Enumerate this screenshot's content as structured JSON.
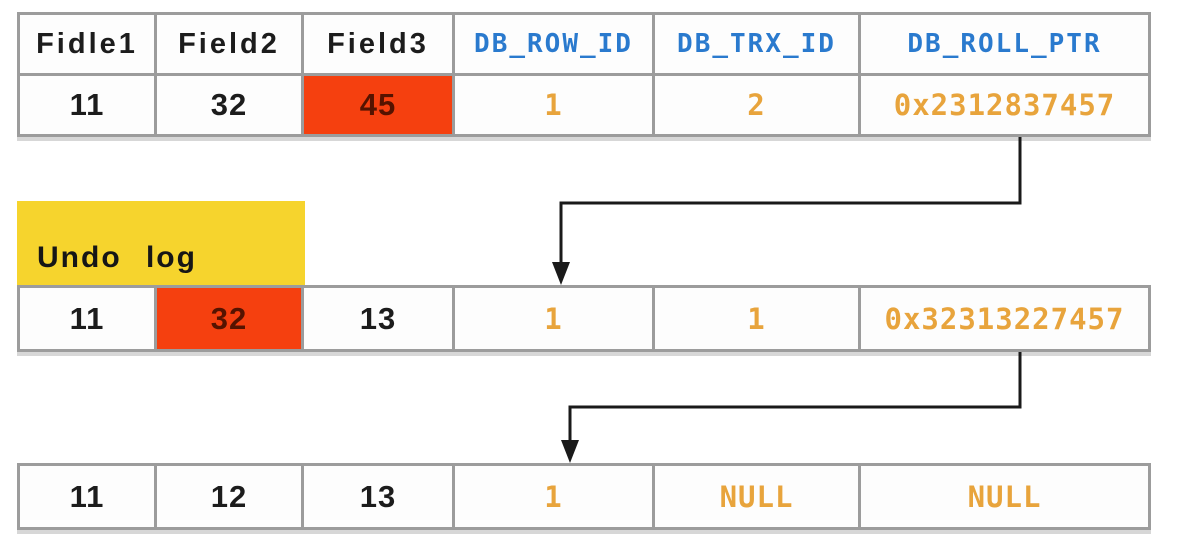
{
  "colors": {
    "header_blue": "#2a7ace",
    "value_orange": "#e8a43c",
    "highlight_red_bg": "#f5400f",
    "highlight_red_text": "#551300",
    "undo_yellow": "#f6d42d",
    "grid_gray": "#9c9c9c",
    "arrow_black": "#1a1a1a"
  },
  "main_table": {
    "headers": [
      "Fidle1",
      "Field2",
      "Field3",
      "DB_ROW_ID",
      "DB_TRX_ID",
      "DB_ROLL_PTR"
    ],
    "row": [
      "11",
      "32",
      "45",
      "1",
      "2",
      "0x2312837457"
    ]
  },
  "undo_log": {
    "label": "Undo log",
    "version1": [
      "11",
      "32",
      "13",
      "1",
      "1",
      "0x32313227457"
    ],
    "version2": [
      "11",
      "12",
      "13",
      "1",
      "NULL",
      "NULL"
    ]
  },
  "arrows": [
    {
      "name": "roll-ptr-arrow-1",
      "from": "main row DB_ROLL_PTR",
      "to": "undo log version1 DB_ROW_ID"
    },
    {
      "name": "roll-ptr-arrow-2",
      "from": "undo log version1 DB_ROLL_PTR",
      "to": "undo log version2 DB_ROW_ID"
    }
  ]
}
